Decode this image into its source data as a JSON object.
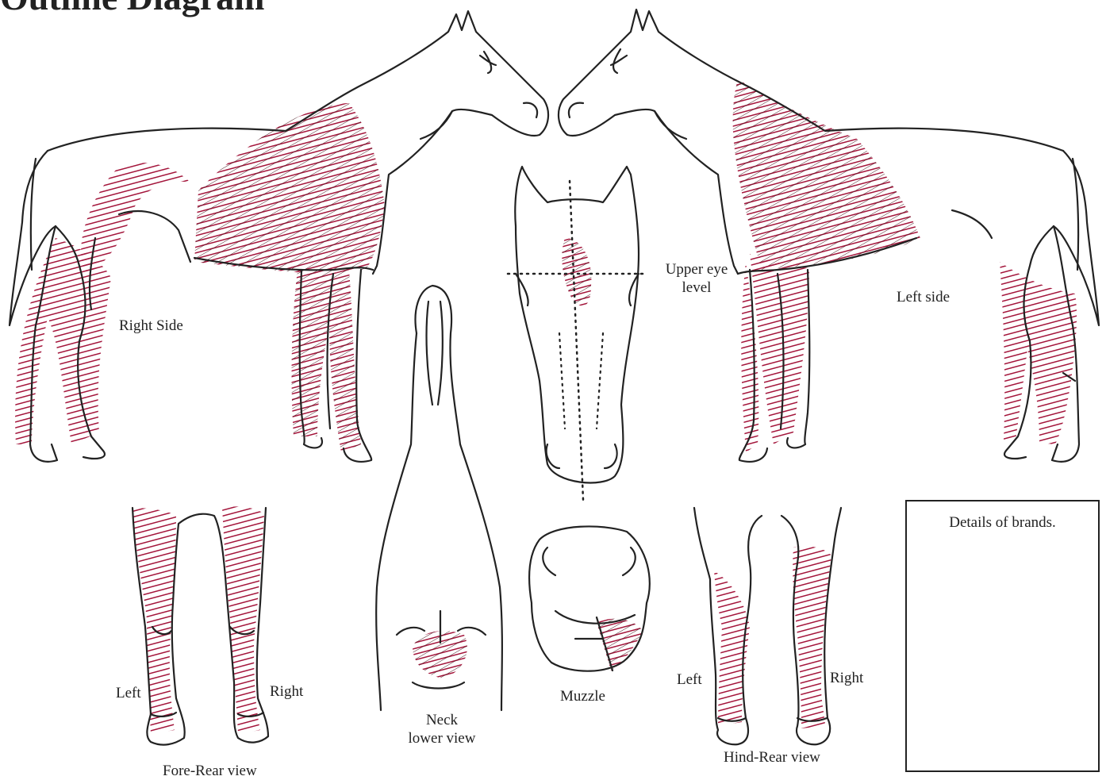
{
  "title": "Outline Diagram",
  "labels": {
    "right_side": "Right Side",
    "left_side": "Left side",
    "upper_eye_1": "Upper eye",
    "upper_eye_2": "level",
    "neck_1": "Neck",
    "neck_2": "lower view",
    "muzzle": "Muzzle",
    "fore_left": "Left",
    "fore_right": "Right",
    "fore_rear": "Fore-Rear view",
    "hind_left": "Left",
    "hind_right": "Right",
    "hind_rear": "Hind-Rear view",
    "brands": "Details of brands."
  },
  "colors": {
    "ink": "#222222",
    "marking": "#a3143a"
  }
}
